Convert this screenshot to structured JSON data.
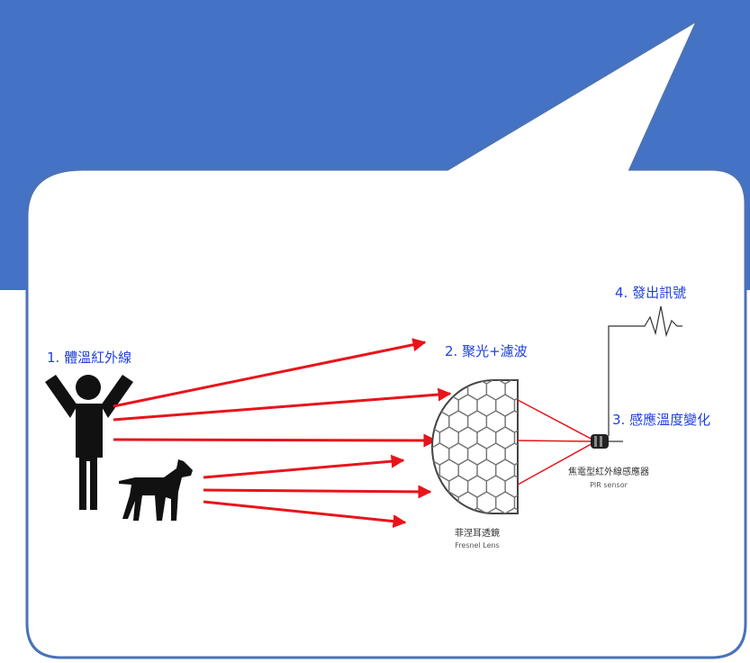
{
  "colors": {
    "background_band": "#4472C4",
    "bubble_fill": "#FFFFFF",
    "bubble_stroke": "#4A72B8",
    "ray": "#E8141B",
    "label_blue": "#1F3FE0",
    "silhouette": "#111111",
    "lens_stroke": "#444444"
  },
  "labels": {
    "step1": "1. 體溫紅外線",
    "step2": "2. 聚光+濾波",
    "step3": "3. 感應溫度變化",
    "step4": "4. 發出訊號",
    "lens_zh": "菲涅耳透鏡",
    "lens_en": "Fresnel Lens",
    "sensor_zh": "焦電型紅外線感應器",
    "sensor_en": "PIR sensor"
  },
  "icons": {
    "person": "person-arms-raised-icon",
    "dog": "dog-icon",
    "lens": "fresnel-lens-icon",
    "sensor": "pir-sensor-icon",
    "signal": "signal-waveform-icon"
  }
}
